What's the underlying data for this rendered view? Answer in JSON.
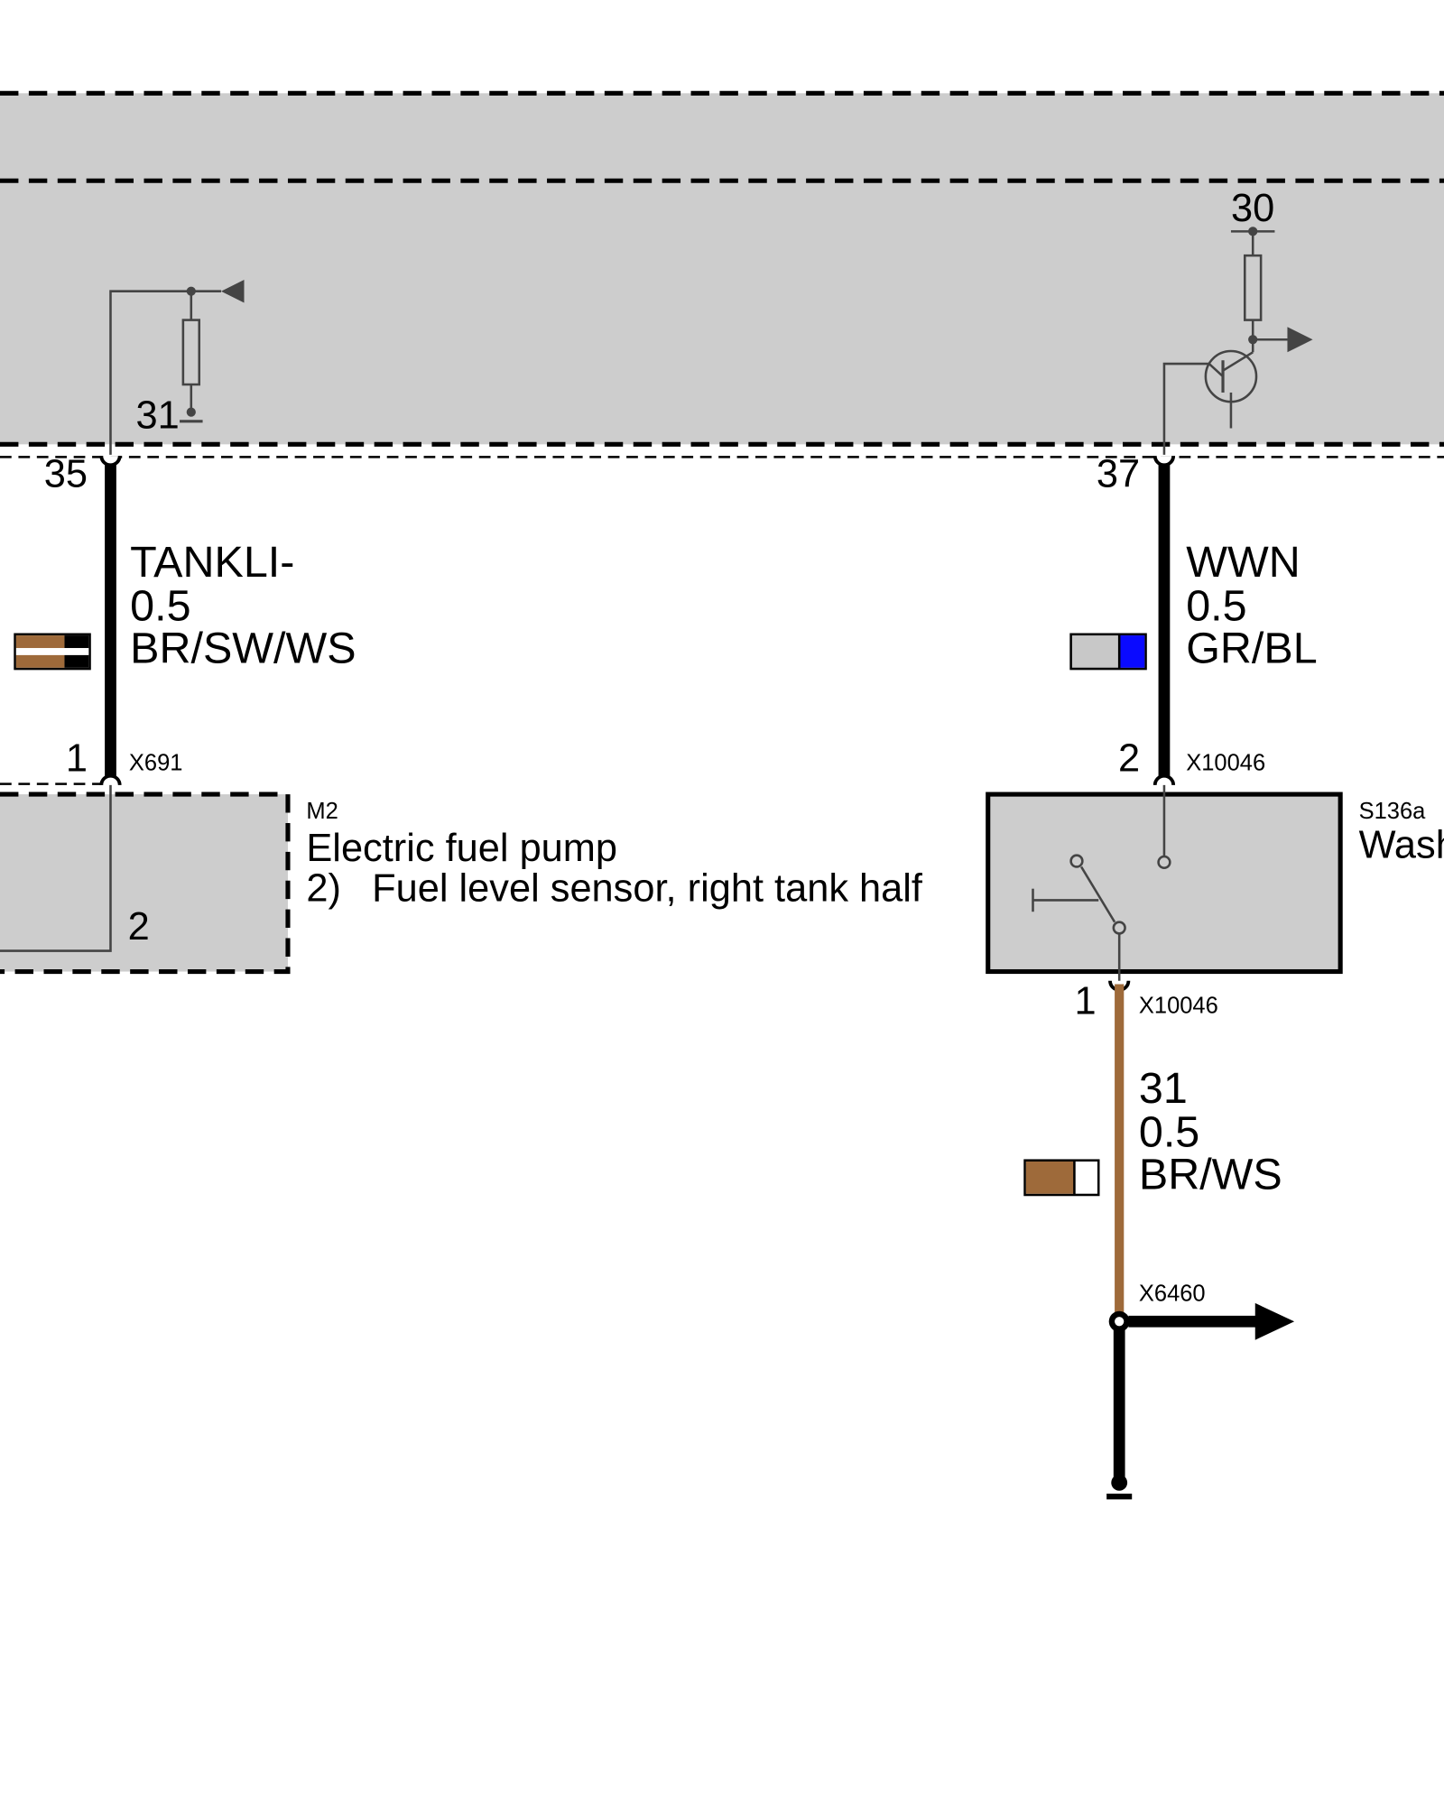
{
  "colors": {
    "module_fill": "#cdcdcd",
    "wire_black": "#000000",
    "wire_brown": "#9e6a3a",
    "swatch_brown": "#9e6a3a",
    "swatch_gray": "#c8c8c8",
    "swatch_blue": "#0a0aff",
    "symbol_gray": "#444444"
  },
  "control_module": {
    "left_circuit": {
      "ground_label": "31",
      "pin": "35"
    },
    "right_circuit": {
      "supply_label": "30",
      "pin": "37"
    }
  },
  "wires": {
    "left": {
      "signal": "TANKLI-",
      "size": "0.5",
      "color_code": "BR/SW/WS",
      "swatch_colors": [
        "brown",
        "black",
        "white"
      ]
    },
    "right_upper": {
      "signal": "WWN",
      "size": "0.5",
      "color_code": "GR/BL",
      "swatch_colors": [
        "gray",
        "blue"
      ]
    },
    "right_lower": {
      "signal": "31",
      "size": "0.5",
      "color_code": "BR/WS",
      "swatch_colors": [
        "brown",
        "white"
      ]
    }
  },
  "connectors": {
    "left_pump": {
      "pin": "1",
      "id": "X691"
    },
    "washer_top": {
      "pin": "2",
      "id": "X10046"
    },
    "washer_bottom": {
      "pin": "1",
      "id": "X10046"
    },
    "splice": {
      "id": "X6460"
    }
  },
  "components": {
    "fuel_pump": {
      "ref": "M2",
      "name": "Electric fuel pump",
      "note_number": "2)",
      "note_text": "Fuel level sensor, right tank half",
      "internal_pin": "2"
    },
    "washer_switch": {
      "ref": "S136a",
      "name": "Wash"
    }
  },
  "icons": [
    "resistor-icon",
    "ground-icon",
    "transistor-icon",
    "arrow-right-icon",
    "arrow-left-icon",
    "switch-icon",
    "splice-dot-icon"
  ]
}
